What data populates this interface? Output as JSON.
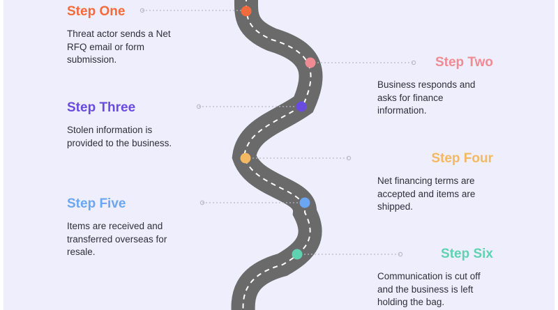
{
  "colors": {
    "background": "#eeeefc",
    "road": "#6a6a6a",
    "lane": "#ffffff",
    "connector": "#b9b9c8"
  },
  "steps": [
    {
      "title": "Step One",
      "color": "#f36a3c",
      "desc": [
        "Threat actor sends a Net",
        "RFQ email or form",
        "submission."
      ]
    },
    {
      "title": "Step Two",
      "color": "#f08a93",
      "desc": [
        "Business responds and",
        "asks for finance",
        "information."
      ]
    },
    {
      "title": "Step Three",
      "color": "#6a4be0",
      "desc": [
        "Stolen information is",
        "provided to the business."
      ]
    },
    {
      "title": "Step Four",
      "color": "#f5b862",
      "desc": [
        "Net financing terms are",
        "accepted and items are",
        "shipped."
      ]
    },
    {
      "title": "Step Five",
      "color": "#6aa6f2",
      "desc": [
        "Items are received and",
        "transferred overseas for",
        "resale."
      ]
    },
    {
      "title": "Step Six",
      "color": "#5fd3b1",
      "desc": [
        "Communication is cut off",
        "and the business is left",
        "holding the bag."
      ]
    }
  ]
}
